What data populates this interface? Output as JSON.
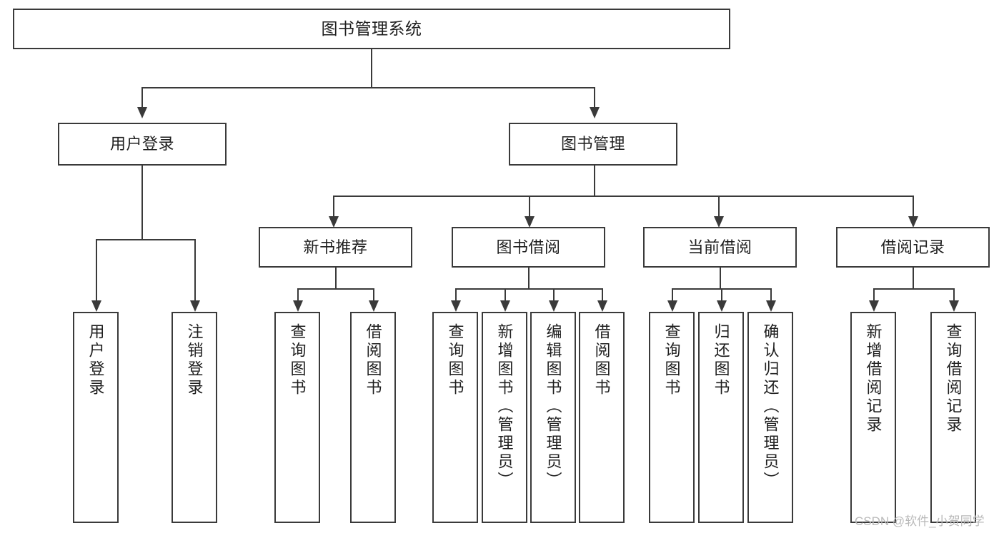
{
  "diagram": {
    "title": "图书管理系统",
    "type": "tree",
    "root": {
      "label": "图书管理系统"
    },
    "level2": [
      {
        "label": "用户登录"
      },
      {
        "label": "图书管理"
      }
    ],
    "level3": [
      {
        "label": "新书推荐"
      },
      {
        "label": "图书借阅"
      },
      {
        "label": "当前借阅"
      },
      {
        "label": "借阅记录"
      }
    ],
    "leaves": {
      "user_login": [
        {
          "label": "用户登录"
        },
        {
          "label": "注销登录"
        }
      ],
      "new_book_recommend": [
        {
          "label": "查询图书"
        },
        {
          "label": "借阅图书"
        }
      ],
      "book_borrow": [
        {
          "label": "查询图书"
        },
        {
          "label": "新增图书（管理员）"
        },
        {
          "label": "编辑图书（管理员）"
        },
        {
          "label": "借阅图书"
        }
      ],
      "current_borrow": [
        {
          "label": "查询图书"
        },
        {
          "label": "归还图书"
        },
        {
          "label": "确认归还（管理员）"
        }
      ],
      "borrow_record": [
        {
          "label": "新增借阅记录"
        },
        {
          "label": "查询借阅记录"
        }
      ]
    }
  },
  "watermark": {
    "text": "CSDN @软件_小贺同学"
  },
  "colors": {
    "stroke": "#3a3a3a",
    "background": "#ffffff",
    "text": "#1f1f1f",
    "watermark": "#b9b9b9"
  }
}
